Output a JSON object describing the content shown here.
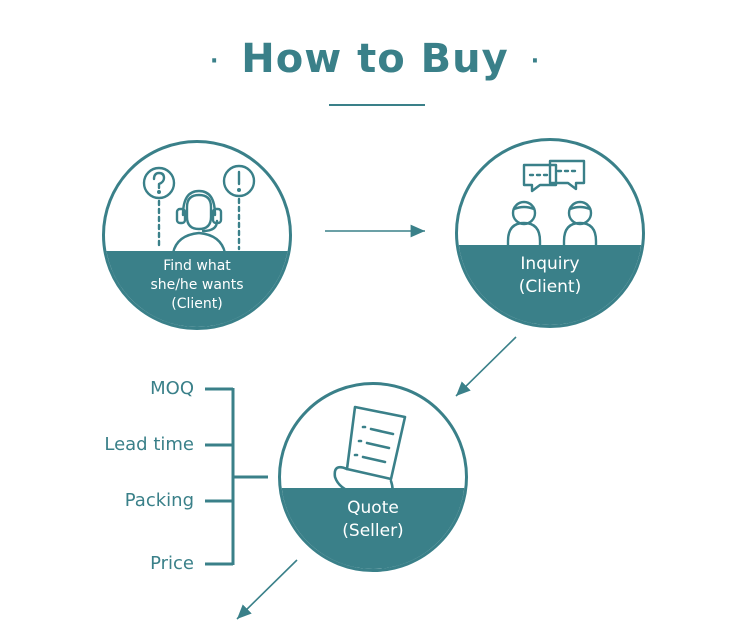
{
  "header": {
    "title": "How to Buy",
    "bullet_left": "·",
    "bullet_right": "·"
  },
  "steps": [
    {
      "icon": "support-agent-icon",
      "lines": [
        "Find what",
        "she/he wants",
        "(Client)"
      ]
    },
    {
      "icon": "conversation-icon",
      "lines": [
        "Inquiry",
        "(Client)"
      ]
    },
    {
      "icon": "quote-document-icon",
      "lines": [
        "Quote",
        "(Seller)"
      ]
    }
  ],
  "quote_items": [
    "MOQ",
    "Lead time",
    "Packing",
    "Price"
  ],
  "colors": {
    "accent": "#3a8089",
    "background": "#ffffff"
  }
}
